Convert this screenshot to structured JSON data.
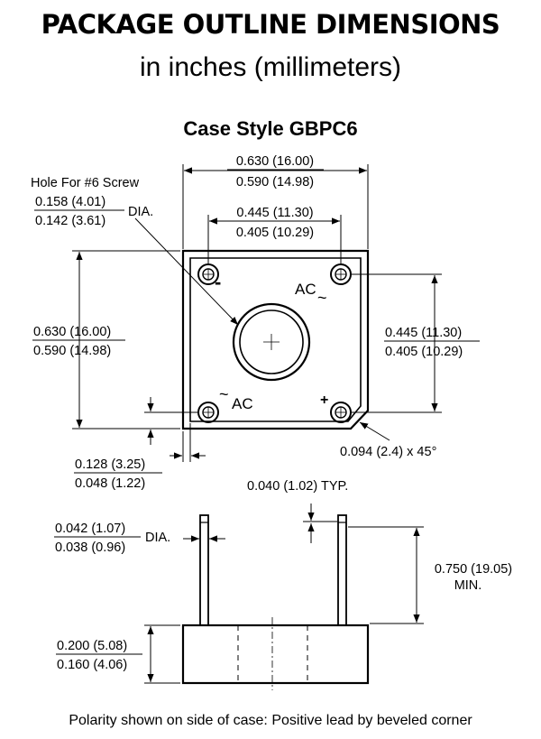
{
  "header": {
    "title": "PACKAGE OUTLINE DIMENSIONS",
    "subtitle": "in inches (millimeters)",
    "case_style": "Case Style GBPC6"
  },
  "top_view": {
    "hole_label": "Hole For #6 Screw",
    "hole_dia_top": "0.158 (4.01)",
    "hole_dia_bottom": "0.142 (3.61)",
    "dia_suffix": "DIA.",
    "width_top": "0.630 (16.00)",
    "width_bottom": "0.590 (14.98)",
    "pin_spacing_top": "0.445 (11.30)",
    "pin_spacing_bottom": "0.405 (10.29)",
    "height_top": "0.630 (16.00)",
    "height_bottom": "0.590 (14.98)",
    "right_spacing_top": "0.445 (11.30)",
    "right_spacing_bottom": "0.405 (10.29)",
    "edge_top": "0.128 (3.25)",
    "edge_bottom": "0.048 (1.22)",
    "bevel": "0.094 (2.4) x 45°",
    "pin_minus": "-",
    "pin_plus": "+",
    "pin_ac_top": "AC",
    "pin_ac_bottom": "AC",
    "tilde": "~"
  },
  "side_view": {
    "lead_thickness": "0.040 (1.02) TYP.",
    "lead_dia_top": "0.042 (1.07)",
    "lead_dia_bottom": "0.038 (0.96)",
    "dia_suffix": "DIA.",
    "lead_length": "0.750 (19.05)",
    "lead_min": "MIN.",
    "body_height_top": "0.200 (5.08)",
    "body_height_bottom": "0.160 (4.06)"
  },
  "footer": "Polarity shown on side of case: Positive lead by beveled corner"
}
